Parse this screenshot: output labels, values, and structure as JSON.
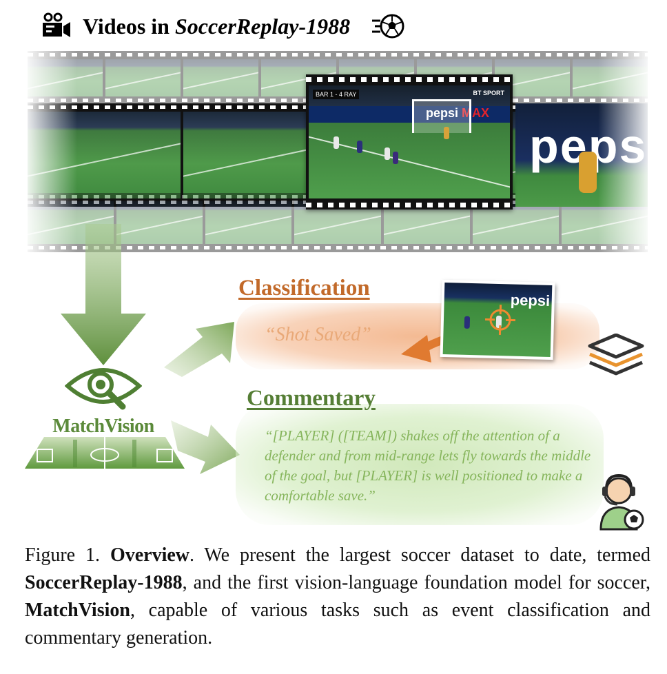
{
  "header": {
    "title_prefix": "Videos in ",
    "title_dataset": "SoccerReplay-1988",
    "left_icon": "video-camera-icon",
    "right_icon": "soccer-ball-speed-icon"
  },
  "figure": {
    "featured_frame": {
      "scorebug": "BAR 1 - 4 RAY",
      "broadcaster": "BT SPORT",
      "ad_board_text": "pepsi",
      "ad_board_suffix": "MAX"
    },
    "right_frame_ad_text": "peps",
    "model": {
      "name": "MatchVision",
      "icon": "eye-search-icon"
    },
    "classification": {
      "title": "Classification",
      "result": "“Shot Saved”",
      "image_ad_text": "pepsi",
      "side_icon": "layers-stack-icon"
    },
    "commentary": {
      "title": "Commentary",
      "text": "“[PLAYER] ([TEAM]) shakes off the attention of a defender and from mid-range lets fly towards the middle of the goal, but [PLAYER] is well positioned to make a comfortable save.”",
      "side_icon": "commentator-headset-icon"
    }
  },
  "caption": {
    "label": "Figure 1.",
    "heading": "Overview",
    "text_1": ". We present the largest soccer dataset to date, termed ",
    "dataset": "SoccerReplay-1988",
    "text_2": ", and the first vision-language foundation model for soccer, ",
    "model": "MatchVision",
    "text_3": ", capable of various tasks such as event classification and commentary generation."
  },
  "colors": {
    "classification": "#c26a2a",
    "classification_panel": "#f2ae80",
    "commentary": "#557e35",
    "commentary_text": "#86b55c",
    "matchvision_green": "#5b8a3a"
  }
}
